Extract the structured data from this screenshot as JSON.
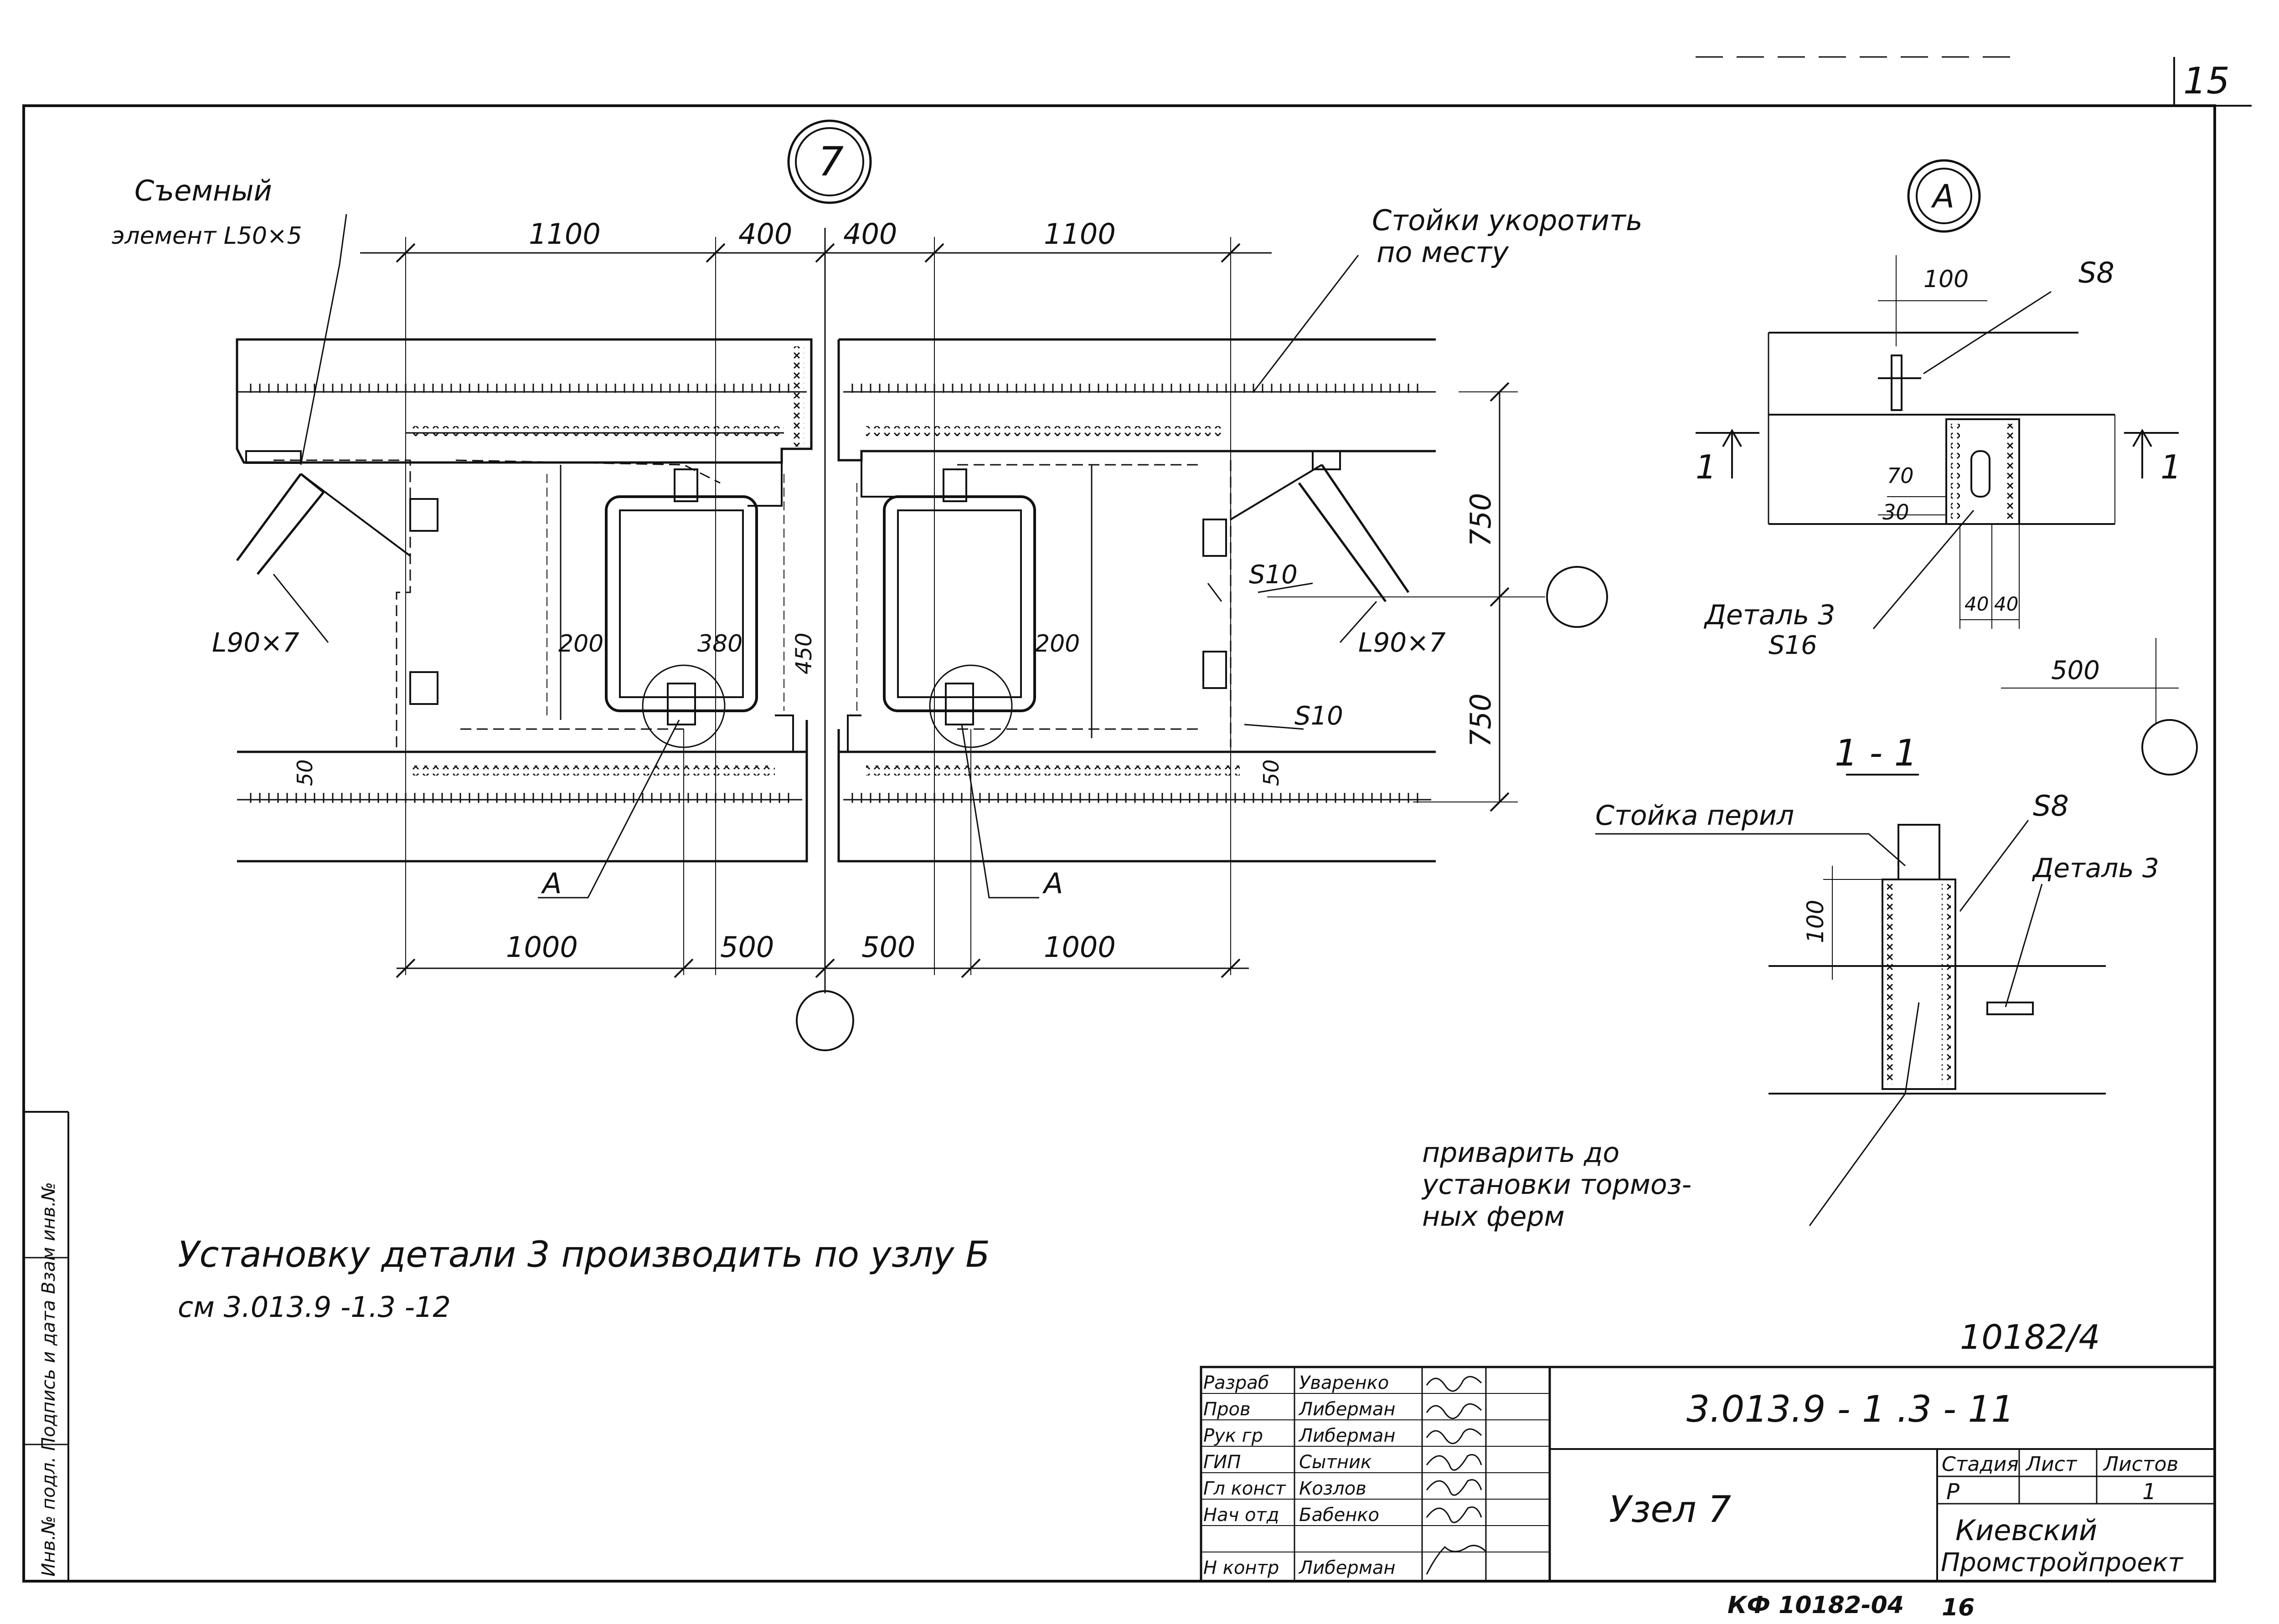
{
  "sheet": {
    "page_number": "15",
    "copy_code": "КФ 10182-04",
    "copy_number": "16",
    "archive_number": "10182/4"
  },
  "main_view": {
    "node_label": "7",
    "top_dims": [
      "1100",
      "400",
      "400",
      "1100"
    ],
    "bottom_dims": [
      "1000",
      "500",
      "500",
      "1000"
    ],
    "vertical_dims": [
      "750",
      "750"
    ],
    "inner_dims": [
      "200",
      "380",
      "450",
      "200",
      "50",
      "50"
    ],
    "callouts": {
      "removable": "Съемный",
      "removable_element": "элемент L50×5",
      "posts_trim_1": "Стойки укоротить",
      "posts_trim_2": "по месту",
      "angle_left": "L90×7",
      "angle_right": "L90×7",
      "s10_a": "S10",
      "s10_b": "S10",
      "detail_ref_left": "А",
      "detail_ref_right": "А"
    }
  },
  "detail_a": {
    "label": "А",
    "dims": [
      "100",
      "70",
      "30",
      "40",
      "40",
      "500"
    ],
    "s8": "S8",
    "section_marks": [
      "1",
      "1"
    ],
    "detail3": "Деталь 3",
    "s16": "S16"
  },
  "section_1_1": {
    "title": "1 - 1",
    "railing_post": "Стойка перил",
    "s8": "S8",
    "detail3": "Деталь 3",
    "dim": "100",
    "note_1": "приварить до",
    "note_2": "установки тормоз-",
    "note_3": "ных ферм"
  },
  "notes": {
    "line_1": "Установку детали 3 производить по узлу Б",
    "line_2": "см 3.013.9 -1.3 -12"
  },
  "title_block": {
    "doc_code": "3.013.9 - 1 .3 - 11",
    "drawing_name": "Узел 7",
    "stage_header": "Стадия",
    "sheet_header": "Лист",
    "sheets_header": "Листов",
    "stage": "Р",
    "sheets_total": "1",
    "org_1": "Киевский",
    "org_2": "Промстройпроект",
    "signatures": [
      {
        "role": "Разраб",
        "name": "Уваренко"
      },
      {
        "role": "Пров",
        "name": "Либерман"
      },
      {
        "role": "Рук гр",
        "name": "Либерман"
      },
      {
        "role": "ГИП",
        "name": "Сытник"
      },
      {
        "role": "Гл конст",
        "name": "Козлов"
      },
      {
        "role": "Нач отд",
        "name": "Бабенко"
      },
      {
        "role": "",
        "name": ""
      },
      {
        "role": "Н контр",
        "name": "Либерман"
      }
    ]
  },
  "side_stamp": {
    "text": "Инв.№ подл.   Подпись и дата   Взам инв.№"
  }
}
